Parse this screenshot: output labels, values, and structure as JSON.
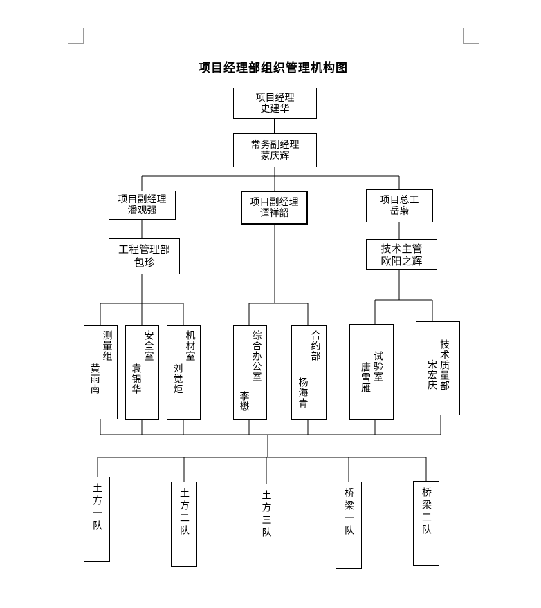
{
  "title": "项目经理部组织管理机构图",
  "level1": {
    "role": "项目经理",
    "name": "史建华"
  },
  "level2": {
    "role": "常务副经理",
    "name": "蒙庆辉"
  },
  "level3": [
    {
      "role": "项目副经理",
      "name": "潘观强"
    },
    {
      "role": "项目副经理",
      "name": "谭祥韶"
    },
    {
      "role": "项目总工",
      "name": "岳枭"
    }
  ],
  "level4": [
    {
      "role": "工程管理部",
      "name": "包珍"
    },
    {
      "role": "技术主管",
      "name": "欧阳之辉"
    }
  ],
  "departments": [
    {
      "dept": "测量组",
      "name": "黄雨南"
    },
    {
      "dept": "安全室",
      "name": "袁锦华"
    },
    {
      "dept": "机材室",
      "name": "刘觉炬"
    },
    {
      "dept": "综合办公室",
      "name": "李懋"
    },
    {
      "dept": "合约部",
      "name": "杨海青"
    },
    {
      "dept": "试验室",
      "name": "唐雪雁"
    },
    {
      "dept": "技术质量部",
      "name": "宋宏庆"
    }
  ],
  "teams": [
    "土方一队",
    "土方二队",
    "土方三队",
    "桥梁一队",
    "桥梁二队"
  ]
}
